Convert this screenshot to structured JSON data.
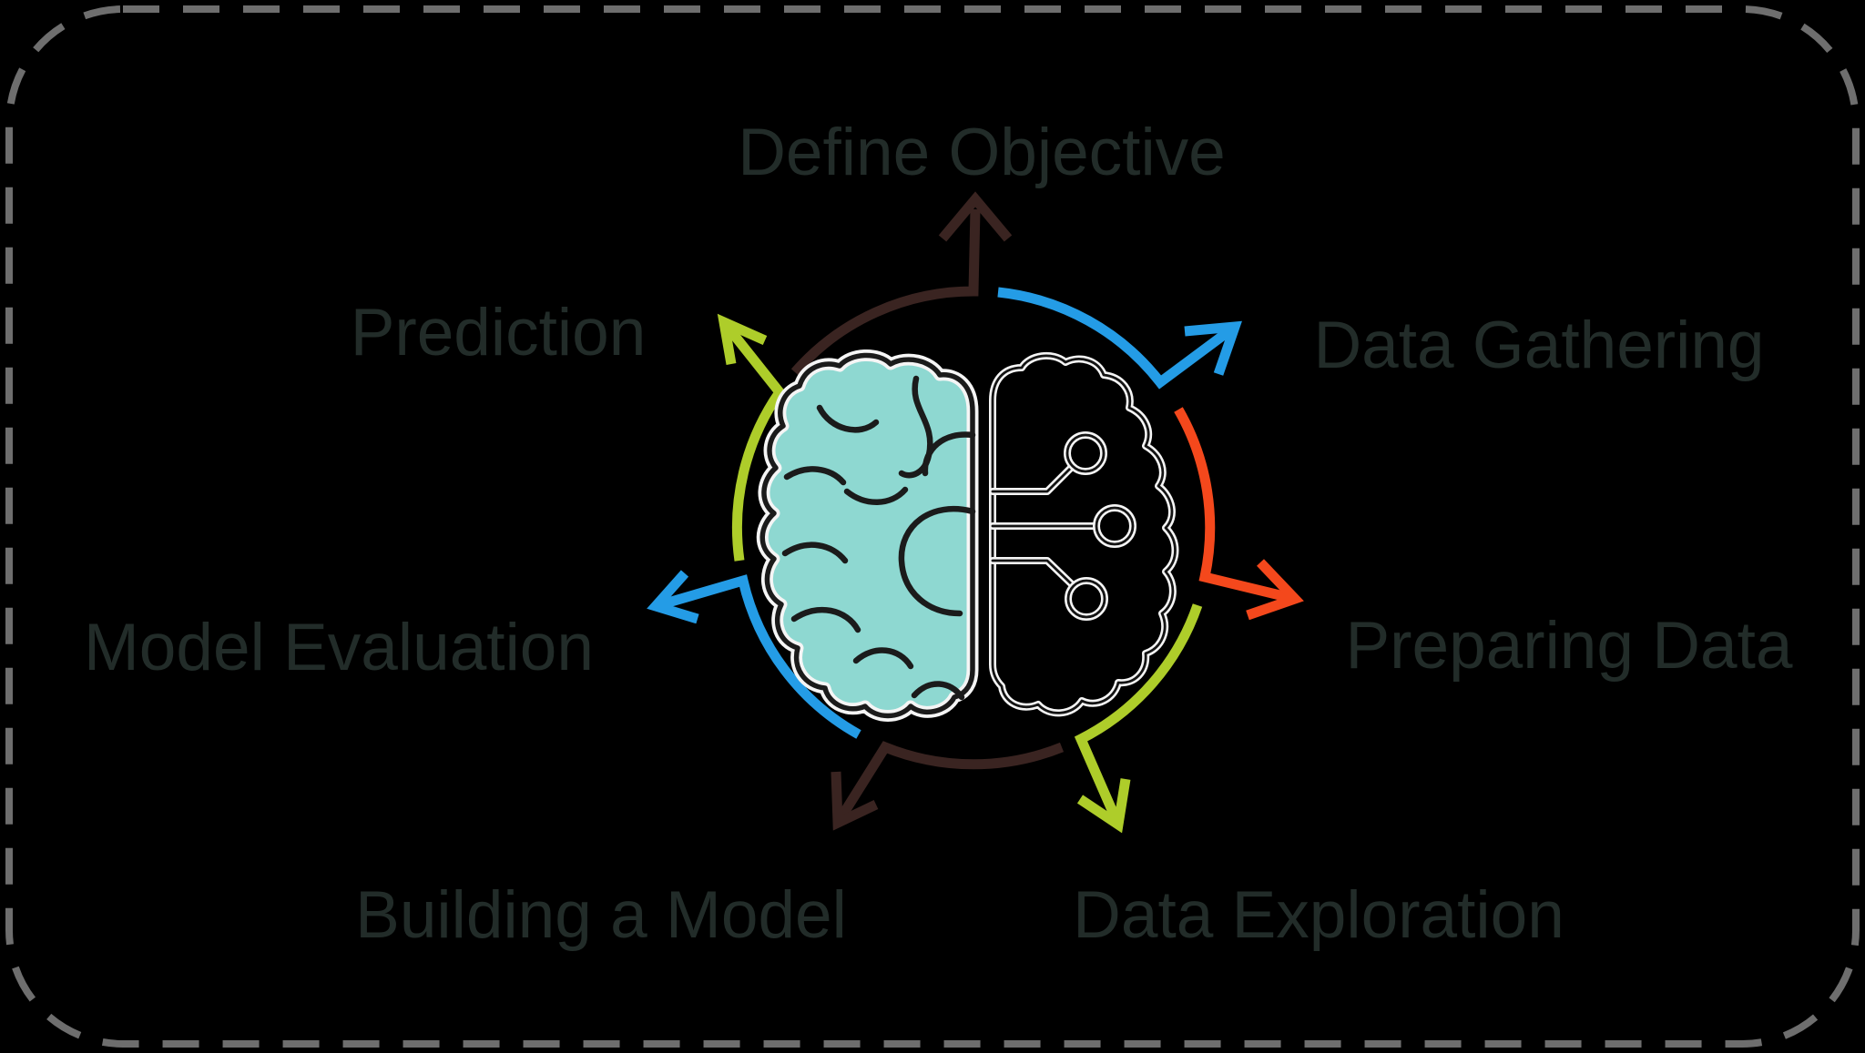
{
  "canvas": {
    "background": "#000000",
    "border_color": "#6e6e6e",
    "text_color": "#222c29"
  },
  "diagram": {
    "type": "cycle",
    "center_icon": "half-organic-half-circuit-brain",
    "icon": {
      "left_fill": "#8ed8d1",
      "outline_dark": "#1b1b1b",
      "outline_light": "#f5f5f5"
    },
    "steps": [
      {
        "label": "Define Objective",
        "color": "#3a2421",
        "direction": "up"
      },
      {
        "label": "Data Gathering",
        "color": "#249ce6",
        "direction": "up-right"
      },
      {
        "label": "Preparing Data",
        "color": "#f4481c",
        "direction": "right"
      },
      {
        "label": "Data Exploration",
        "color": "#aecd2a",
        "direction": "down-right"
      },
      {
        "label": "Building a Model",
        "color": "#3a2421",
        "direction": "down-left"
      },
      {
        "label": "Model Evaluation",
        "color": "#249ce6",
        "direction": "left"
      },
      {
        "label": "Prediction",
        "color": "#aecd2a",
        "direction": "up-left"
      }
    ]
  }
}
